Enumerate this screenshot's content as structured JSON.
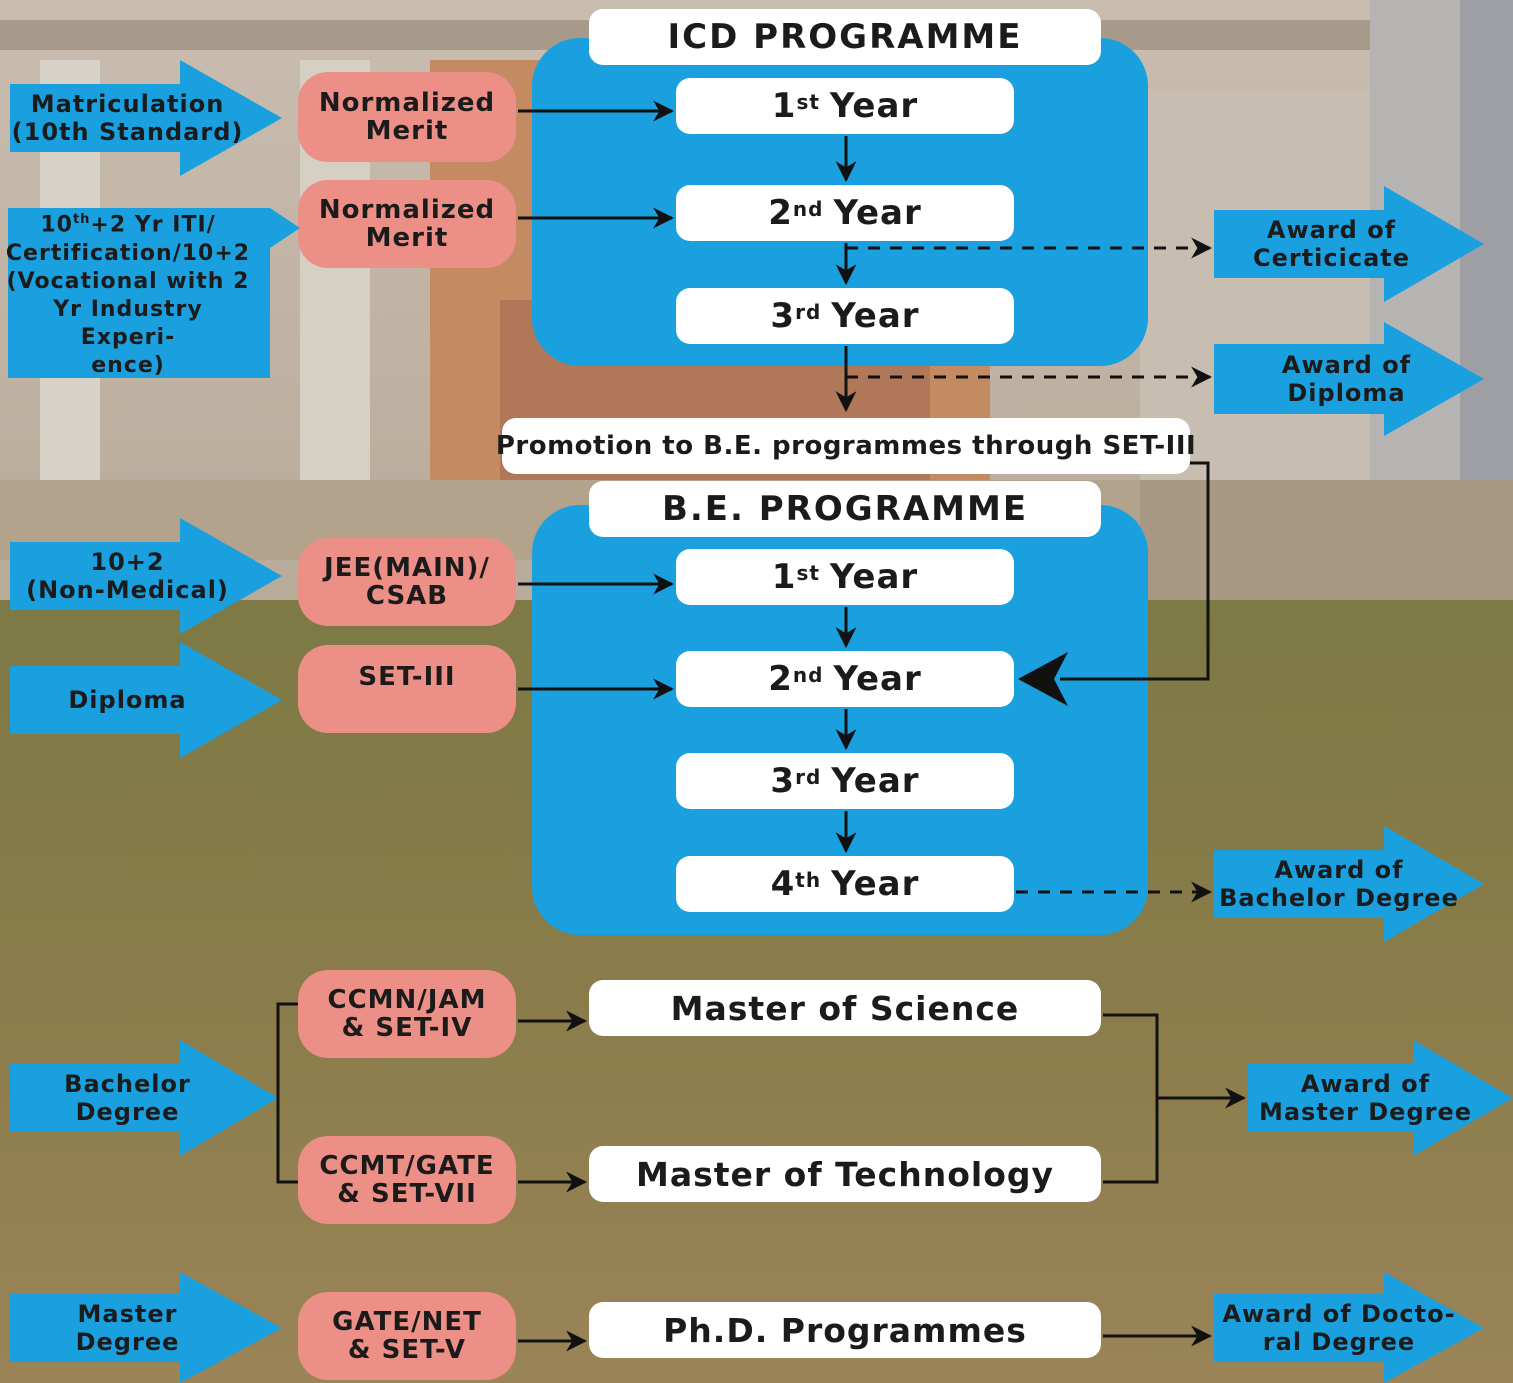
{
  "colors": {
    "panel_blue": "#1aa0de",
    "pink": "#ec8f86",
    "white": "#ffffff",
    "ink": "#1b1b1b"
  },
  "icd": {
    "title": "ICD PROGRAMME",
    "year1_num": "1",
    "year1_sup": "st",
    "year1_word": "Year",
    "year2_num": "2",
    "year2_sup": "nd",
    "year2_word": "Year",
    "year3_num": "3",
    "year3_sup": "rd",
    "year3_word": "Year"
  },
  "promotion": "Promotion to B.E. programmes through SET-III",
  "be": {
    "title": "B.E. PROGRAMME",
    "year1_num": "1",
    "year1_sup": "st",
    "year1_word": "Year",
    "year2_num": "2",
    "year2_sup": "nd",
    "year2_word": "Year",
    "year3_num": "3",
    "year3_sup": "rd",
    "year3_word": "Year",
    "year4_num": "4",
    "year4_sup": "th",
    "year4_word": "Year"
  },
  "entry": {
    "matriculation": "Matriculation\n(10th Standard)",
    "iti_pre": "10",
    "iti_sup": "th",
    "iti_post": "+2 Yr ITI/\nCertification/10+2\n(Vocational with 2\nYr Industry Experi-\nence)",
    "ten_plus_two": "10+2\n(Non-Medical)",
    "diploma": "Diploma",
    "bachelor": "Bachelor\nDegree",
    "master": "Master\nDegree"
  },
  "criteria": {
    "merit1": "Normalized\nMerit",
    "merit2": "Normalized\nMerit",
    "jee": "JEE(MAIN)/\nCSAB",
    "set3": "SET-III",
    "ccmn": "CCMN/JAM\n& SET-IV",
    "ccmt": "CCMT/GATE\n& SET-VII",
    "gate_net": "GATE/NET\n& SET-V"
  },
  "programmes": {
    "msc": "Master of Science",
    "mtech": "Master of Technology",
    "phd": "Ph.D. Programmes"
  },
  "awards": {
    "certificate": "Award of\nCerticicate",
    "diploma": "Award of\nDiploma",
    "bachelor": "Award of\nBachelor Degree",
    "master": "Award of\nMaster Degree",
    "doctoral": "Award of Docto-\nral Degree"
  }
}
